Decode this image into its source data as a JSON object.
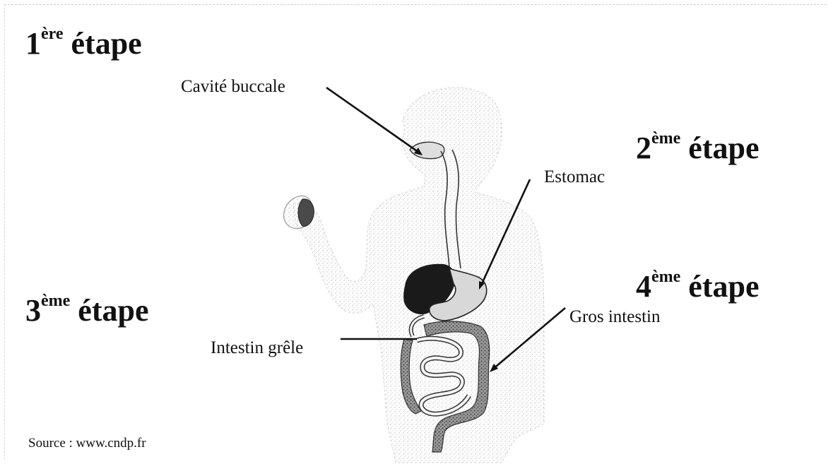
{
  "stages": [
    {
      "num": "1",
      "sup": "ère",
      "word": "étape"
    },
    {
      "num": "2",
      "sup": "ème",
      "word": "étape"
    },
    {
      "num": "3",
      "sup": "ème",
      "word": "étape"
    },
    {
      "num": "4",
      "sup": "ème",
      "word": "étape"
    }
  ],
  "labels": {
    "mouth": "Cavité buccale",
    "stomach": "Estomac",
    "small_intestine": "Intestin grêle",
    "large_intestine": "Gros intestin"
  },
  "source": "Source : www.cndp.fr",
  "colors": {
    "ink": "#111111",
    "body_stipple": "#bdbdbd",
    "liver": "#1a1a1a",
    "colon": "#6f6f6f"
  }
}
